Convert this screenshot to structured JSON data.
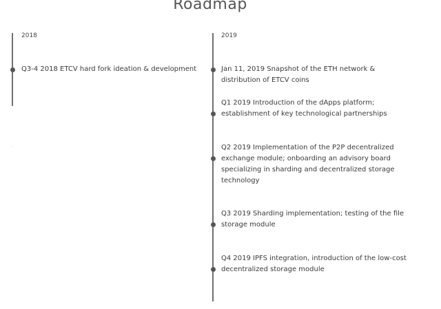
{
  "page": {
    "title": "Roadmap"
  },
  "timeline_2018": {
    "year": "2018",
    "items": [
      {
        "text": "Q3-4 2018 ETCV hard fork ideation & development"
      }
    ]
  },
  "timeline_2019": {
    "year": "2019",
    "items": [
      {
        "text": "Jan 11, 2019 Snapshot of the ETH network & distribution of ETCV coins"
      },
      {
        "text": "Q1 2019 Introduction of the dApps platform; establishment of key technological partnerships"
      },
      {
        "text": "Q2 2019 Implementation of the P2P decentralized exchange module; onboarding an advisory board specializing in sharding and decentralized storage technology"
      },
      {
        "text": "Q3 2019 Sharding implementation; testing of the file storage module"
      },
      {
        "text": "Q4 2019 IPFS integration, introduction of the low-cost decentralized storage module"
      }
    ]
  },
  "colors": {
    "line": "#6f6f6f",
    "dot": "#555555",
    "text": "#3a3a3a"
  }
}
